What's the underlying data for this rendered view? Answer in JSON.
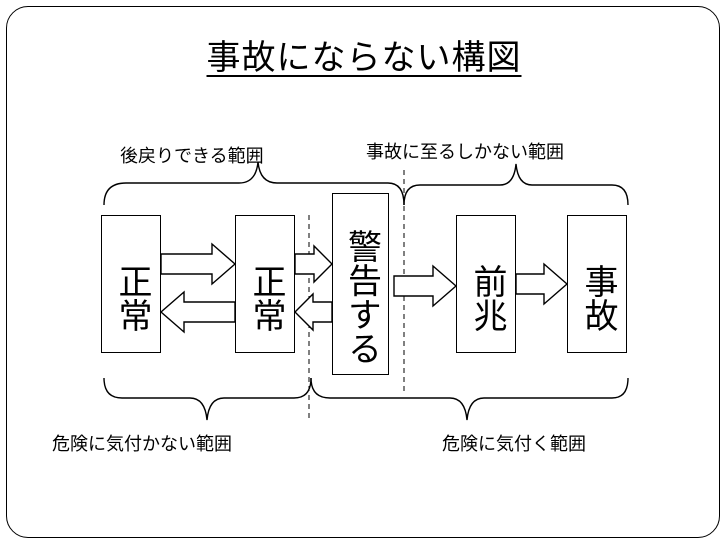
{
  "title": "事故にならない構図",
  "labels": {
    "recoverable_range": "後戻りできる範囲",
    "accident_only_range": "事故に至るしかない範囲",
    "unaware_range": "危険に気付かない範囲",
    "aware_range": "危険に気付く範囲"
  },
  "boxes": {
    "normal_1": "正常",
    "normal_2": "正常",
    "warning": "警告する",
    "precursor": "前兆",
    "accident": "事故"
  }
}
